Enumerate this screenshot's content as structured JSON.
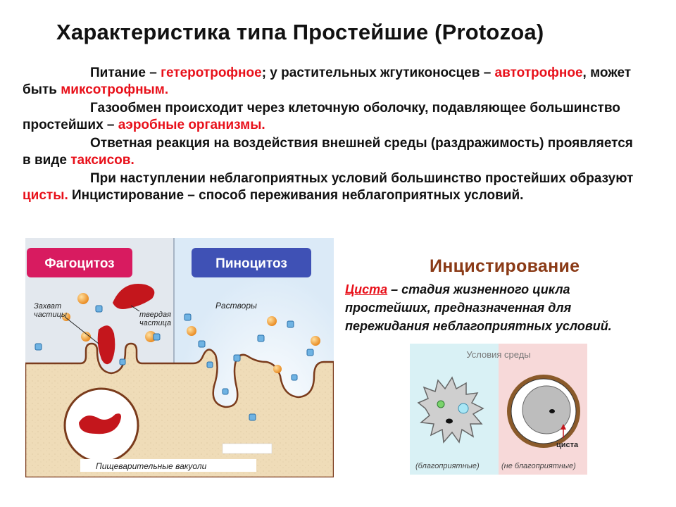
{
  "title": "Характеристика типа Простейшие (Protozoa)",
  "paragraphs": [
    {
      "parts": [
        {
          "text": "Питание – ",
          "red": false
        },
        {
          "text": "гетеротрофное",
          "red": true
        },
        {
          "text": "; у растительных жгутиконосцев – ",
          "red": false
        },
        {
          "text": "автотрофное",
          "red": true
        },
        {
          "text": ", может быть ",
          "red": false
        },
        {
          "text": "миксотрофным.",
          "red": true
        }
      ]
    },
    {
      "parts": [
        {
          "text": "Газообмен происходит через клеточную оболочку, подавляющее большинство простейших – ",
          "red": false
        },
        {
          "text": "аэробные организмы.",
          "red": true
        }
      ]
    },
    {
      "parts": [
        {
          "text": "Ответная реакция на воздействия внешней среды (раздражимость) проявляется в виде ",
          "red": false
        },
        {
          "text": "таксисов.",
          "red": true
        }
      ]
    },
    {
      "parts": [
        {
          "text": "При наступлении неблагоприятных условий большинство простейших образуют ",
          "red": false
        },
        {
          "text": "цисты.",
          "red": true
        },
        {
          "text": " Инцистирование – способ переживания неблагоприятных условий.",
          "red": false
        }
      ]
    }
  ],
  "figure_left": {
    "phago_label": "Фагоцитоз",
    "pino_label": "Пиноцитоз",
    "capture_label_1": "Захват",
    "capture_label_2": "частицы",
    "solid_label_1": "твердая",
    "solid_label_2": "частица",
    "solutions_label": "Растворы",
    "vacuole_label": "Пищеварительные вакуоли",
    "colors": {
      "phago_tab": "#d81b60",
      "pino_tab": "#3f51b5",
      "cytoplasm": "#efdcb8",
      "particle": "#c4161c"
    }
  },
  "encystment": {
    "title": "Инцистирование",
    "term": "Циста",
    "line1_rest": " – стадия жизненного цикла",
    "line2": "простейших, предназначенная для",
    "line3": "пережидания неблагоприятных условий.",
    "conditions_label": "Условия среды",
    "favorable": "(благоприятные)",
    "unfavorable": "(не благоприятные)",
    "cyst_label": "циста"
  }
}
